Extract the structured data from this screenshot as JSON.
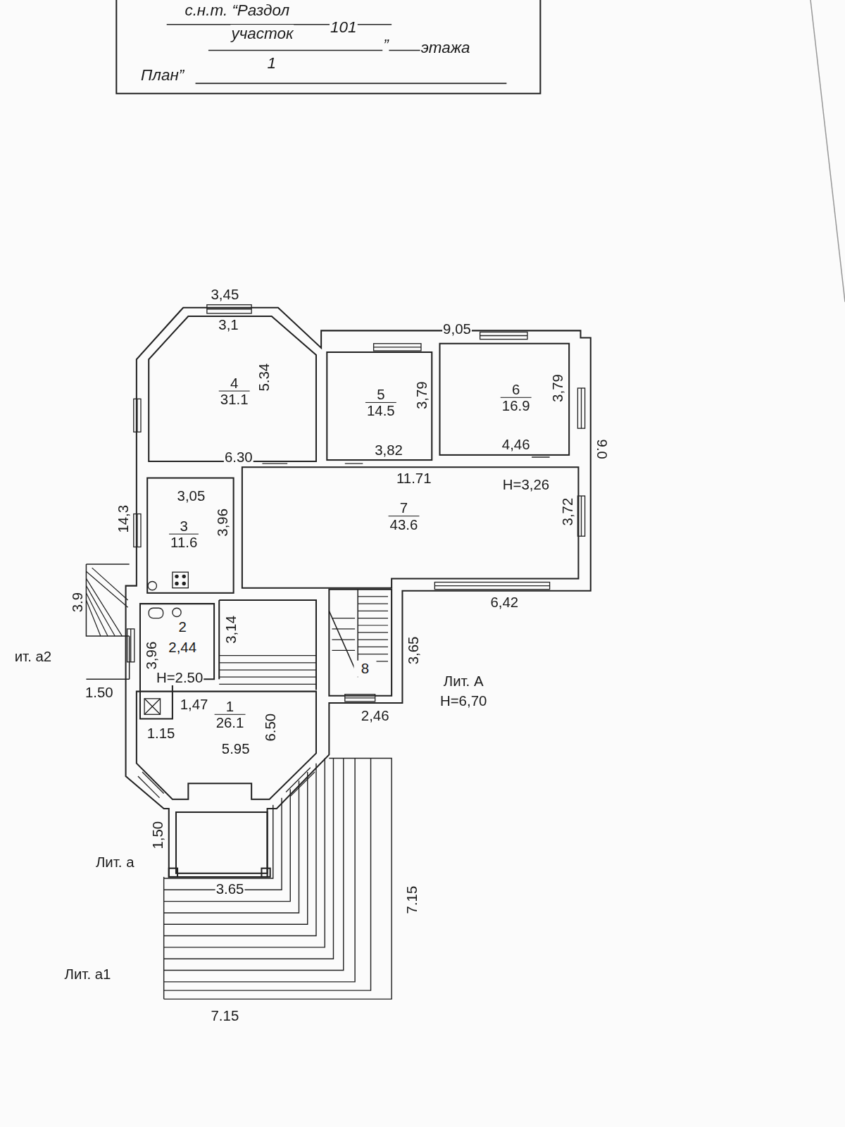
{
  "diagram": {
    "nodes": [
      {
        "text": [
          "4",
          "31.1"
        ]
      },
      {
        "text": [
          "5",
          "14.5"
        ]
      },
      {
        "text": [
          "6",
          "16.9"
        ]
      },
      {
        "text": [
          "3",
          "11.6"
        ]
      },
      {
        "text": [
          "7",
          "43.6"
        ]
      },
      {
        "text": [
          "2",
          "2,44"
        ]
      },
      {
        "text": [
          "8"
        ]
      },
      {
        "text": [
          "1",
          "26.1"
        ]
      }
    ],
    "labels": [
      "с.н.т. “Раздол",
      "участок",
      "101",
      "План”",
      "1",
      "”",
      "этажа",
      "3,45",
      "3,1",
      "5.34",
      "9,05",
      "3,79",
      "3,79",
      "6.30",
      "3,82",
      "4,46",
      "11.71",
      "9.0",
      "H=3,26",
      "3,72",
      "3,05",
      "3,96",
      "14,3",
      "6,42",
      "3.9",
      "3,14",
      "3,96",
      "H=2.50",
      "3,65",
      "Лит. А",
      "H=6,70",
      "1.50",
      "1,47",
      "1.15",
      "5.95",
      "6.50",
      "2,46",
      "1,50",
      "3.65",
      "7.15",
      "7.15",
      "Лит. а",
      "Лит. а1",
      "ит. а2"
    ]
  }
}
